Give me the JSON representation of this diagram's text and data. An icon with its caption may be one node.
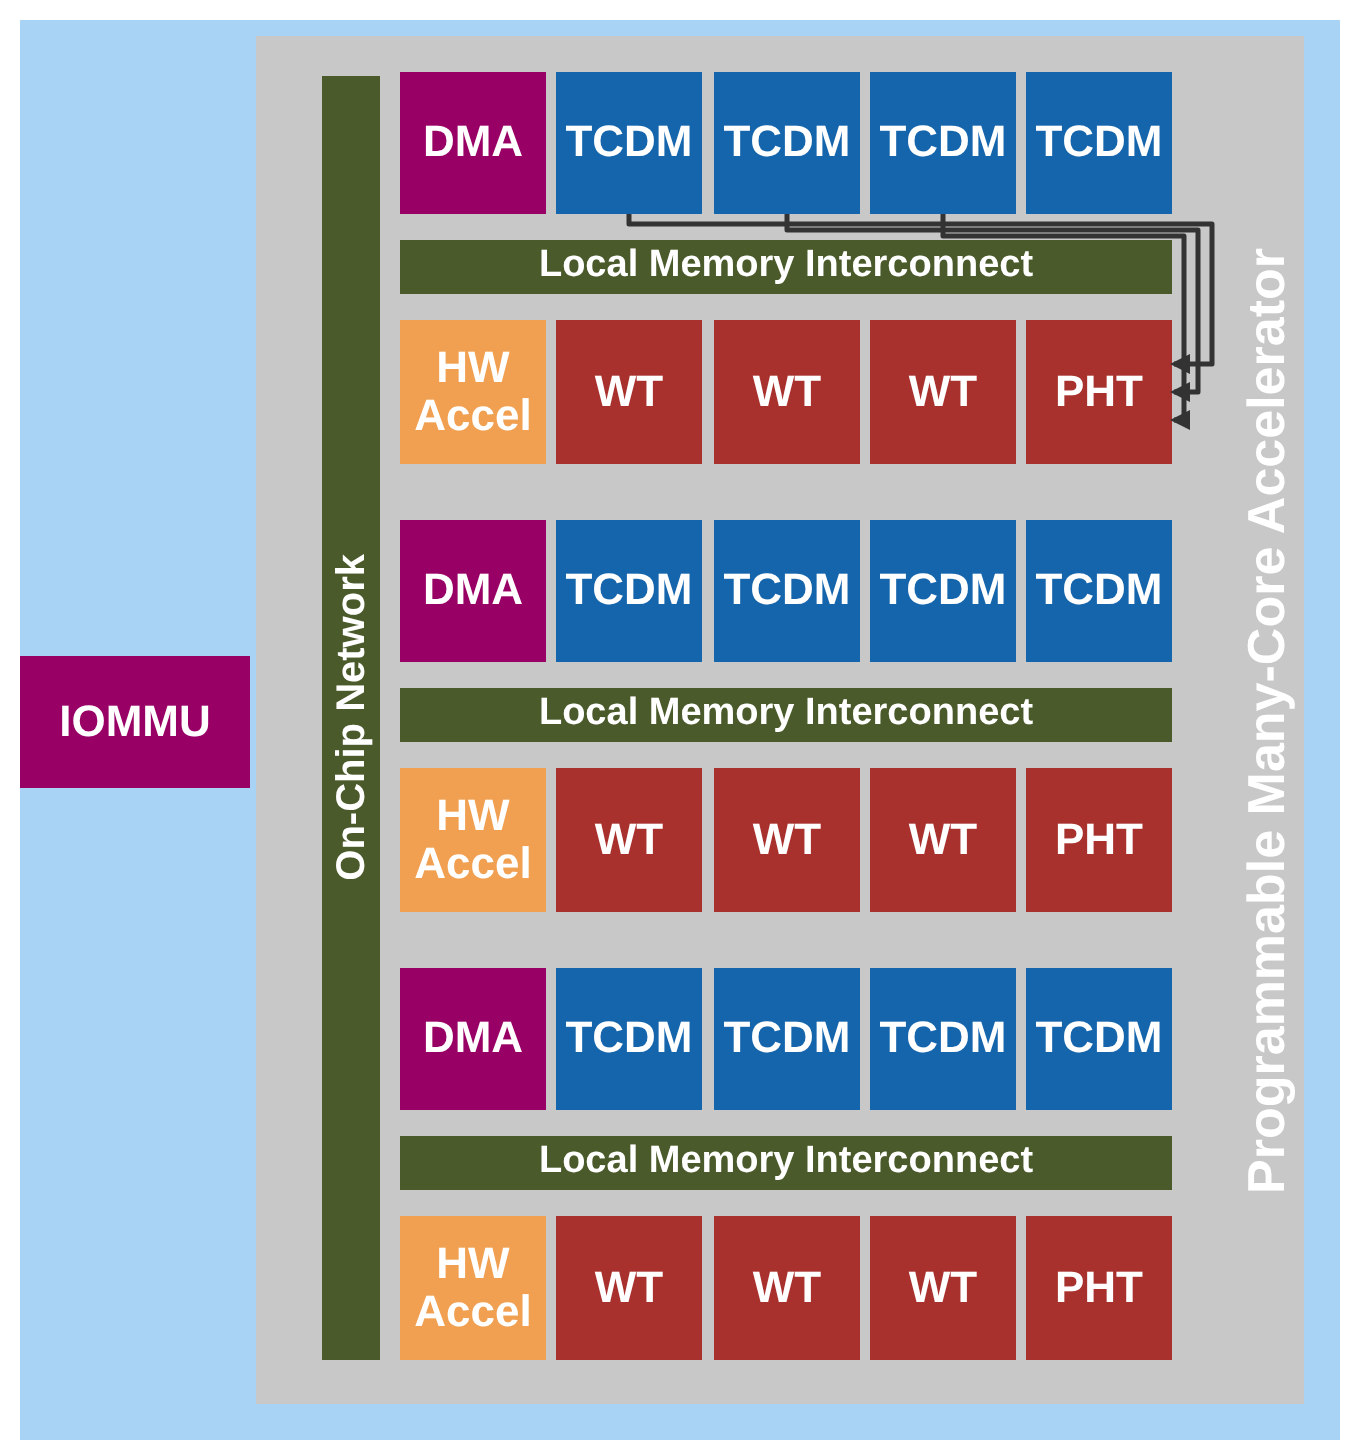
{
  "diagram": {
    "nodes": [
      {
        "text": [],
        "shape": "box"
      },
      {
        "text": [
          "IOMMU"
        ],
        "in": 0
      },
      {
        "text": [
          "Programmable Many-Core Accelerator"
        ],
        "in": 0
      },
      {
        "text": [
          "On-Chip Network"
        ],
        "in": 2
      },
      {
        "text": [
          "DMA"
        ],
        "in": 2
      },
      {
        "text": [
          "TCDM"
        ],
        "in": 2
      },
      {
        "text": [
          "TCDM"
        ],
        "in": 2
      },
      {
        "text": [
          "TCDM"
        ],
        "in": 2
      },
      {
        "text": [
          "TCDM"
        ],
        "in": 2
      },
      {
        "text": [
          "Local Memory Interconnect"
        ],
        "in": 2
      },
      {
        "text": [
          "HW Accel"
        ],
        "in": 2
      },
      {
        "text": [
          "WT"
        ],
        "in": 2
      },
      {
        "text": [
          "WT"
        ],
        "in": 2
      },
      {
        "text": [
          "WT"
        ],
        "in": 2
      },
      {
        "text": [
          "PHT"
        ],
        "in": 2
      },
      {
        "text": [
          "DMA"
        ],
        "in": 2
      },
      {
        "text": [
          "TCDM"
        ],
        "in": 2
      },
      {
        "text": [
          "TCDM"
        ],
        "in": 2
      },
      {
        "text": [
          "TCDM"
        ],
        "in": 2
      },
      {
        "text": [
          "TCDM"
        ],
        "in": 2
      },
      {
        "text": [
          "Local Memory Interconnect"
        ],
        "in": 2
      },
      {
        "text": [
          "HW Accel"
        ],
        "in": 2
      },
      {
        "text": [
          "WT"
        ],
        "in": 2
      },
      {
        "text": [
          "WT"
        ],
        "in": 2
      },
      {
        "text": [
          "WT"
        ],
        "in": 2
      },
      {
        "text": [
          "PHT"
        ],
        "in": 2
      },
      {
        "text": [
          "DMA"
        ],
        "in": 2
      },
      {
        "text": [
          "TCDM"
        ],
        "in": 2
      },
      {
        "text": [
          "TCDM"
        ],
        "in": 2
      },
      {
        "text": [
          "TCDM"
        ],
        "in": 2
      },
      {
        "text": [
          "TCDM"
        ],
        "in": 2
      },
      {
        "text": [
          "Local Memory Interconnect"
        ],
        "in": 2
      },
      {
        "text": [
          "HW Accel"
        ],
        "in": 2
      },
      {
        "text": [
          "WT"
        ],
        "in": 2
      },
      {
        "text": [
          "WT"
        ],
        "in": 2
      },
      {
        "text": [
          "WT"
        ],
        "in": 2
      },
      {
        "text": [
          "PHT"
        ],
        "in": 2
      }
    ],
    "edges": [
      {
        "from": 5,
        "to": 14,
        "arrow": "to"
      },
      {
        "from": 6,
        "to": 14,
        "arrow": "to"
      },
      {
        "from": 7,
        "to": 14,
        "arrow": "to"
      }
    ]
  }
}
